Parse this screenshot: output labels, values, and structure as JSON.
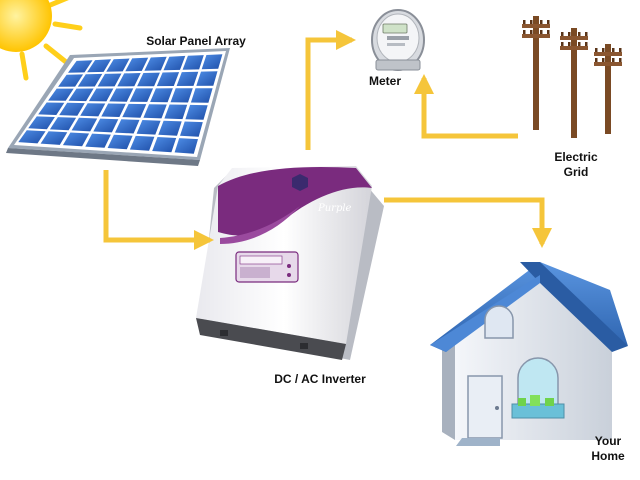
{
  "labels": {
    "solar_panel_array": "Solar Panel Array",
    "meter": "Meter",
    "electric_grid_line1": "Electric",
    "electric_grid_line2": "Grid",
    "inverter": "DC / AC Inverter",
    "home_line1": "Your",
    "home_line2": "Home"
  },
  "colors": {
    "flow_arrow": "#f5c53a",
    "panel_cell": "#2f6fd1",
    "panel_frame": "#9aa6b5",
    "inverter_accent": "#7a2b7e",
    "roof": "#3b78c8",
    "pole_wood": "#7a4a24",
    "sun": "#ffcf1a"
  },
  "icons": [
    "sun-icon",
    "solar-panel-icon",
    "meter-icon",
    "utility-pole-icon",
    "inverter-icon",
    "house-icon"
  ]
}
